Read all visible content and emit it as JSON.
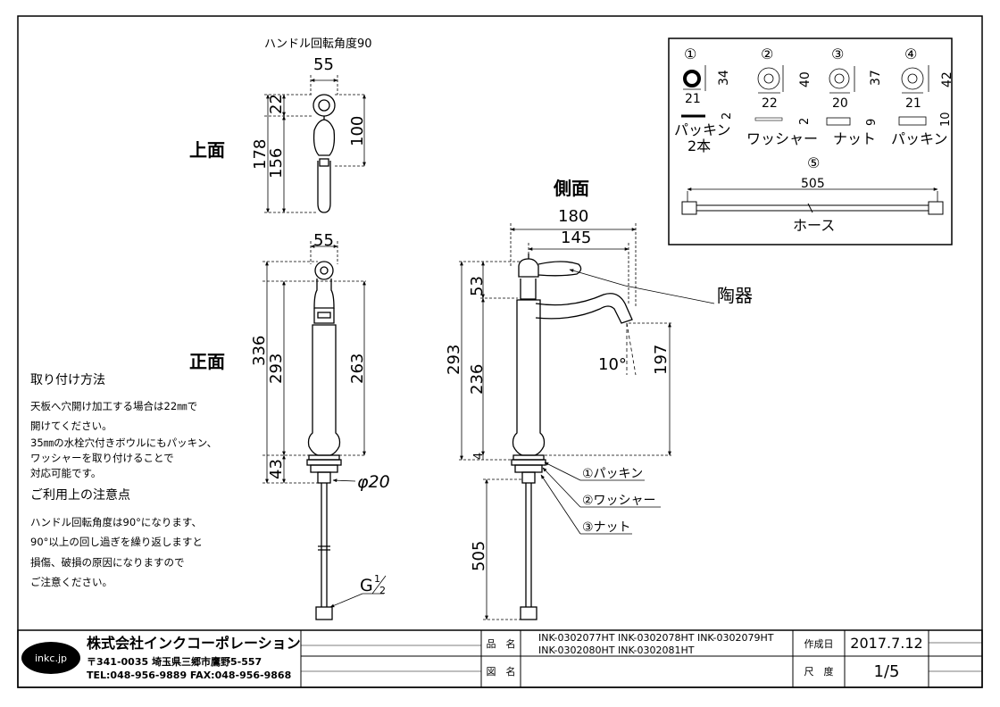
{
  "top_view": {
    "caption": "ハンドル回転角度90",
    "label": "上面",
    "dims": {
      "width": "55",
      "d22": "22",
      "d156": "156",
      "d178": "178",
      "d100": "100"
    }
  },
  "front_view": {
    "label": "正面",
    "dims": {
      "width": "55",
      "d336": "336",
      "d293": "293",
      "d43": "43",
      "d263": "263",
      "phi": "φ20",
      "thread": "G",
      "thread_frac_num": "1",
      "thread_frac_den": "2"
    }
  },
  "side_view": {
    "label": "側面",
    "dims": {
      "d180": "180",
      "d145": "145",
      "d53": "53",
      "d293": "293",
      "d236": "236",
      "d4": "4",
      "d197": "197",
      "angle": "10°",
      "d505": "505"
    },
    "material": "陶器",
    "callouts": [
      "①パッキン",
      "②ワッシャー",
      "③ナット"
    ]
  },
  "parts": {
    "p1": {
      "num": "①",
      "w": "21",
      "h": "34",
      "t": "2",
      "name1": "パッキン",
      "name2": "2本"
    },
    "p2": {
      "num": "②",
      "w": "22",
      "h": "40",
      "t": "2",
      "name": "ワッシャー"
    },
    "p3": {
      "num": "③",
      "w": "20",
      "h": "37",
      "t": "9",
      "name": "ナット"
    },
    "p4": {
      "num": "④",
      "w": "21",
      "h": "42",
      "t": "10",
      "name": "パッキン"
    },
    "p5": {
      "num": "⑤",
      "len": "505",
      "name": "ホース"
    }
  },
  "notes": {
    "install_heading": "取り付け方法",
    "install_lines": [
      "天板へ穴開け加工する場合は22㎜で",
      "開けてください。",
      "35㎜の水栓穴付きボウルにもパッキン、",
      "ワッシャーを取り付けることで",
      "対応可能です。"
    ],
    "caution_heading": "ご利用上の注意点",
    "caution_lines": [
      "ハンドル回転角度は90°になります、",
      "90°以上の回し過ぎを繰り返しますと",
      "損傷、破損の原因になりますので",
      "ご注意ください。"
    ]
  },
  "title_block": {
    "logo": "inkc.jp",
    "company": "株式会社インクコーポレーション",
    "address": "〒341-0035 埼玉県三郷市鷹野5-557",
    "contact": "TEL:048-956-9889 FAX:048-956-9868",
    "product_name_label": "品　名",
    "product_names_line1": "INK-0302077HT INK-0302078HT INK-0302079HT",
    "product_names_line2": "INK-0302080HT INK-0302081HT",
    "drawing_label": "図　名",
    "drawing_name": "",
    "date_label": "作成日",
    "date": "2017.7.12",
    "scale_label": "尺　度",
    "scale": "1/5"
  }
}
